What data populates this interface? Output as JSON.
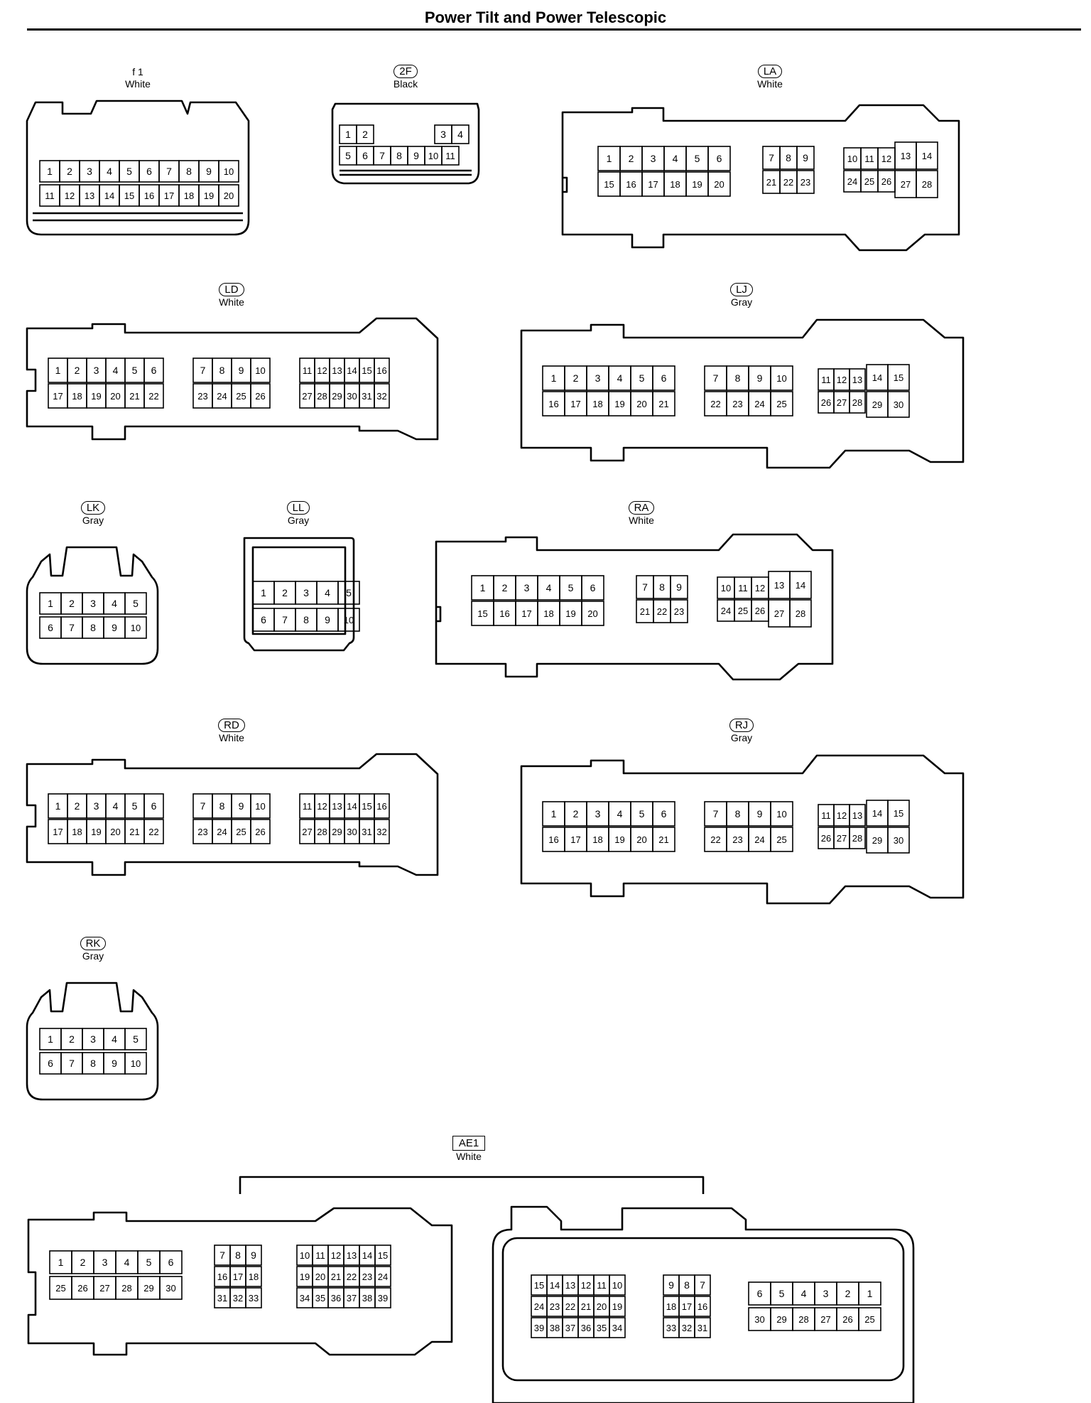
{
  "title": "Power Tilt and Power Telescopic",
  "connectors": [
    {
      "id": "f1",
      "code": "f 1",
      "color": "White",
      "code_style": "plain",
      "rows": [
        [
          "1",
          "2",
          "3",
          "4",
          "5",
          "6",
          "7",
          "8",
          "9",
          "10"
        ],
        [
          "11",
          "12",
          "13",
          "14",
          "15",
          "16",
          "17",
          "18",
          "19",
          "20"
        ]
      ]
    },
    {
      "id": "2f",
      "code": "2F",
      "color": "Black",
      "code_style": "oval",
      "rows": [
        [
          "1",
          "2",
          "3",
          "4"
        ],
        [
          "5",
          "6",
          "7",
          "8",
          "9",
          "10",
          "11"
        ]
      ]
    },
    {
      "id": "la",
      "code": "LA",
      "color": "White",
      "code_style": "oval",
      "rows": [
        [
          "1",
          "2",
          "3",
          "4",
          "5",
          "6",
          "7",
          "8",
          "9",
          "10",
          "11",
          "12",
          "13",
          "14"
        ],
        [
          "15",
          "16",
          "17",
          "18",
          "19",
          "20",
          "21",
          "22",
          "23",
          "24",
          "25",
          "26",
          "27",
          "28"
        ]
      ]
    },
    {
      "id": "ld",
      "code": "LD",
      "color": "White",
      "code_style": "oval",
      "rows": [
        [
          "1",
          "2",
          "3",
          "4",
          "5",
          "6",
          "7",
          "8",
          "9",
          "10",
          "11",
          "12",
          "13",
          "14",
          "15",
          "16"
        ],
        [
          "17",
          "18",
          "19",
          "20",
          "21",
          "22",
          "23",
          "24",
          "25",
          "26",
          "27",
          "28",
          "29",
          "30",
          "31",
          "32"
        ]
      ]
    },
    {
      "id": "lj",
      "code": "LJ",
      "color": "Gray",
      "code_style": "oval",
      "rows": [
        [
          "1",
          "2",
          "3",
          "4",
          "5",
          "6",
          "7",
          "8",
          "9",
          "10",
          "11",
          "12",
          "13",
          "14",
          "15"
        ],
        [
          "16",
          "17",
          "18",
          "19",
          "20",
          "21",
          "22",
          "23",
          "24",
          "25",
          "26",
          "27",
          "28",
          "29",
          "30"
        ]
      ]
    },
    {
      "id": "lk",
      "code": "LK",
      "color": "Gray",
      "code_style": "oval",
      "rows": [
        [
          "1",
          "2",
          "3",
          "4",
          "5"
        ],
        [
          "6",
          "7",
          "8",
          "9",
          "10"
        ]
      ]
    },
    {
      "id": "ll",
      "code": "LL",
      "color": "Gray",
      "code_style": "oval",
      "rows": [
        [
          "1",
          "2",
          "3",
          "4",
          "5"
        ],
        [
          "6",
          "7",
          "8",
          "9",
          "10"
        ]
      ]
    },
    {
      "id": "ra",
      "code": "RA",
      "color": "White",
      "code_style": "oval",
      "rows": [
        [
          "1",
          "2",
          "3",
          "4",
          "5",
          "6",
          "7",
          "8",
          "9",
          "10",
          "11",
          "12",
          "13",
          "14"
        ],
        [
          "15",
          "16",
          "17",
          "18",
          "19",
          "20",
          "21",
          "22",
          "23",
          "24",
          "25",
          "26",
          "27",
          "28"
        ]
      ]
    },
    {
      "id": "rd",
      "code": "RD",
      "color": "White",
      "code_style": "oval",
      "rows": [
        [
          "1",
          "2",
          "3",
          "4",
          "5",
          "6",
          "7",
          "8",
          "9",
          "10",
          "11",
          "12",
          "13",
          "14",
          "15",
          "16"
        ],
        [
          "17",
          "18",
          "19",
          "20",
          "21",
          "22",
          "23",
          "24",
          "25",
          "26",
          "27",
          "28",
          "29",
          "30",
          "31",
          "32"
        ]
      ]
    },
    {
      "id": "rj",
      "code": "RJ",
      "color": "Gray",
      "code_style": "oval",
      "rows": [
        [
          "1",
          "2",
          "3",
          "4",
          "5",
          "6",
          "7",
          "8",
          "9",
          "10",
          "11",
          "12",
          "13",
          "14",
          "15"
        ],
        [
          "16",
          "17",
          "18",
          "19",
          "20",
          "21",
          "22",
          "23",
          "24",
          "25",
          "26",
          "27",
          "28",
          "29",
          "30"
        ]
      ]
    },
    {
      "id": "rk",
      "code": "RK",
      "color": "Gray",
      "code_style": "oval",
      "rows": [
        [
          "1",
          "2",
          "3",
          "4",
          "5"
        ],
        [
          "6",
          "7",
          "8",
          "9",
          "10"
        ]
      ]
    },
    {
      "id": "ae1",
      "code": "AE1",
      "color": "White",
      "code_style": "box",
      "halves": [
        {
          "rows": [
            [
              "1",
              "2",
              "3",
              "4",
              "5",
              "6",
              "7",
              "8",
              "9",
              "10",
              "11",
              "12",
              "13",
              "14",
              "15"
            ],
            [
              "25",
              "26",
              "27",
              "28",
              "29",
              "30",
              "16",
              "17",
              "18",
              "19",
              "20",
              "21",
              "22",
              "23",
              "24"
            ],
            [
              "31",
              "32",
              "33",
              "34",
              "35",
              "36",
              "37",
              "38",
              "39"
            ]
          ]
        },
        {
          "rows": [
            [
              "15",
              "14",
              "13",
              "12",
              "11",
              "10",
              "9",
              "8",
              "7",
              "6",
              "5",
              "4",
              "3",
              "2",
              "1"
            ],
            [
              "24",
              "23",
              "22",
              "21",
              "20",
              "19",
              "18",
              "17",
              "16",
              "30",
              "29",
              "28",
              "27",
              "26",
              "25"
            ],
            [
              "39",
              "38",
              "37",
              "36",
              "35",
              "34",
              "33",
              "32",
              "31"
            ]
          ]
        }
      ]
    }
  ]
}
